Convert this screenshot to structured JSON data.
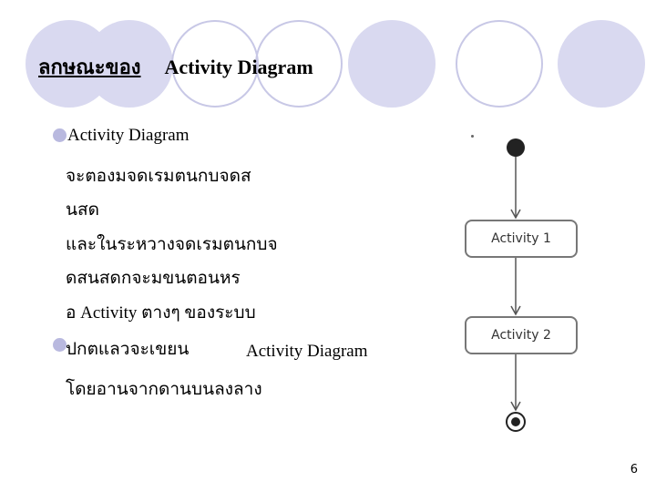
{
  "slide": {
    "title_thai": "ลกษณะของ",
    "title_english": "Activity Diagram",
    "page_number": "6"
  },
  "content": {
    "bullet1_heading": "Activity Diagram",
    "bullet1_lines": [
      "จะตองมจดเรมตนกบจดส",
      "นสด",
      "และในระหวางจดเรมตนกบจ",
      "ดสนสดกจะมขนตอนหร",
      "อ Activity ตางๆ  ของระบบ"
    ],
    "bullet2_prefix": "ปกตแลวจะเขยน",
    "bullet2_term": "Activity Diagram",
    "bullet2_line2": "โดยอานจากดานบนลงลาง"
  },
  "diagram": {
    "activities": [
      "Activity 1",
      "Activity 2"
    ]
  }
}
